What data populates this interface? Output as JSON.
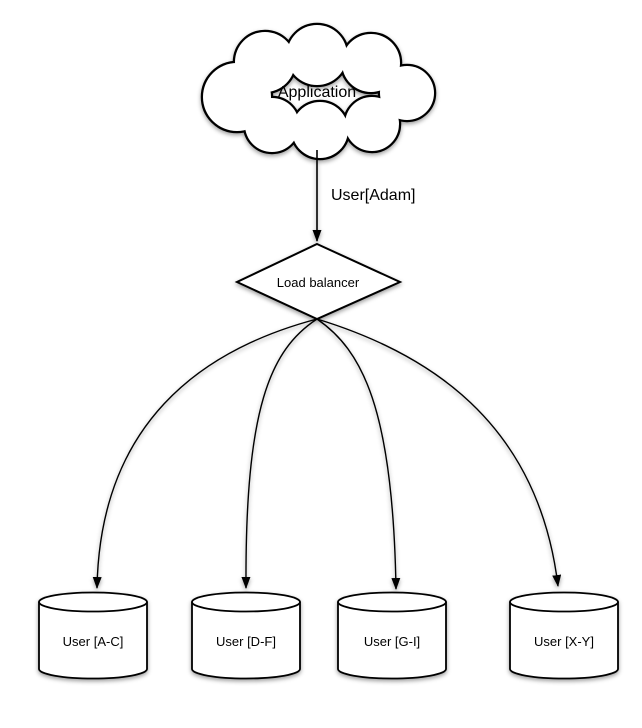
{
  "diagram": {
    "background_color": "#ffffff",
    "line_color": "#000000",
    "shape_fill_color": "#ffffff",
    "nodes": {
      "application": {
        "label": "Application",
        "shape": "cloud"
      },
      "load_balancer": {
        "label": "Load balancer",
        "shape": "diamond"
      },
      "shards": [
        {
          "label": "User [A-C]",
          "shape": "cylinder"
        },
        {
          "label": "User [D-F]",
          "shape": "cylinder"
        },
        {
          "label": "User [G-I]",
          "shape": "cylinder"
        },
        {
          "label": "User [X-Y]",
          "shape": "cylinder"
        }
      ]
    },
    "edges": [
      {
        "from": "application",
        "to": "load_balancer",
        "label": "User[Adam]"
      },
      {
        "from": "load_balancer",
        "to": "shards.0",
        "label": ""
      },
      {
        "from": "load_balancer",
        "to": "shards.1",
        "label": ""
      },
      {
        "from": "load_balancer",
        "to": "shards.2",
        "label": ""
      },
      {
        "from": "load_balancer",
        "to": "shards.3",
        "label": ""
      }
    ]
  }
}
